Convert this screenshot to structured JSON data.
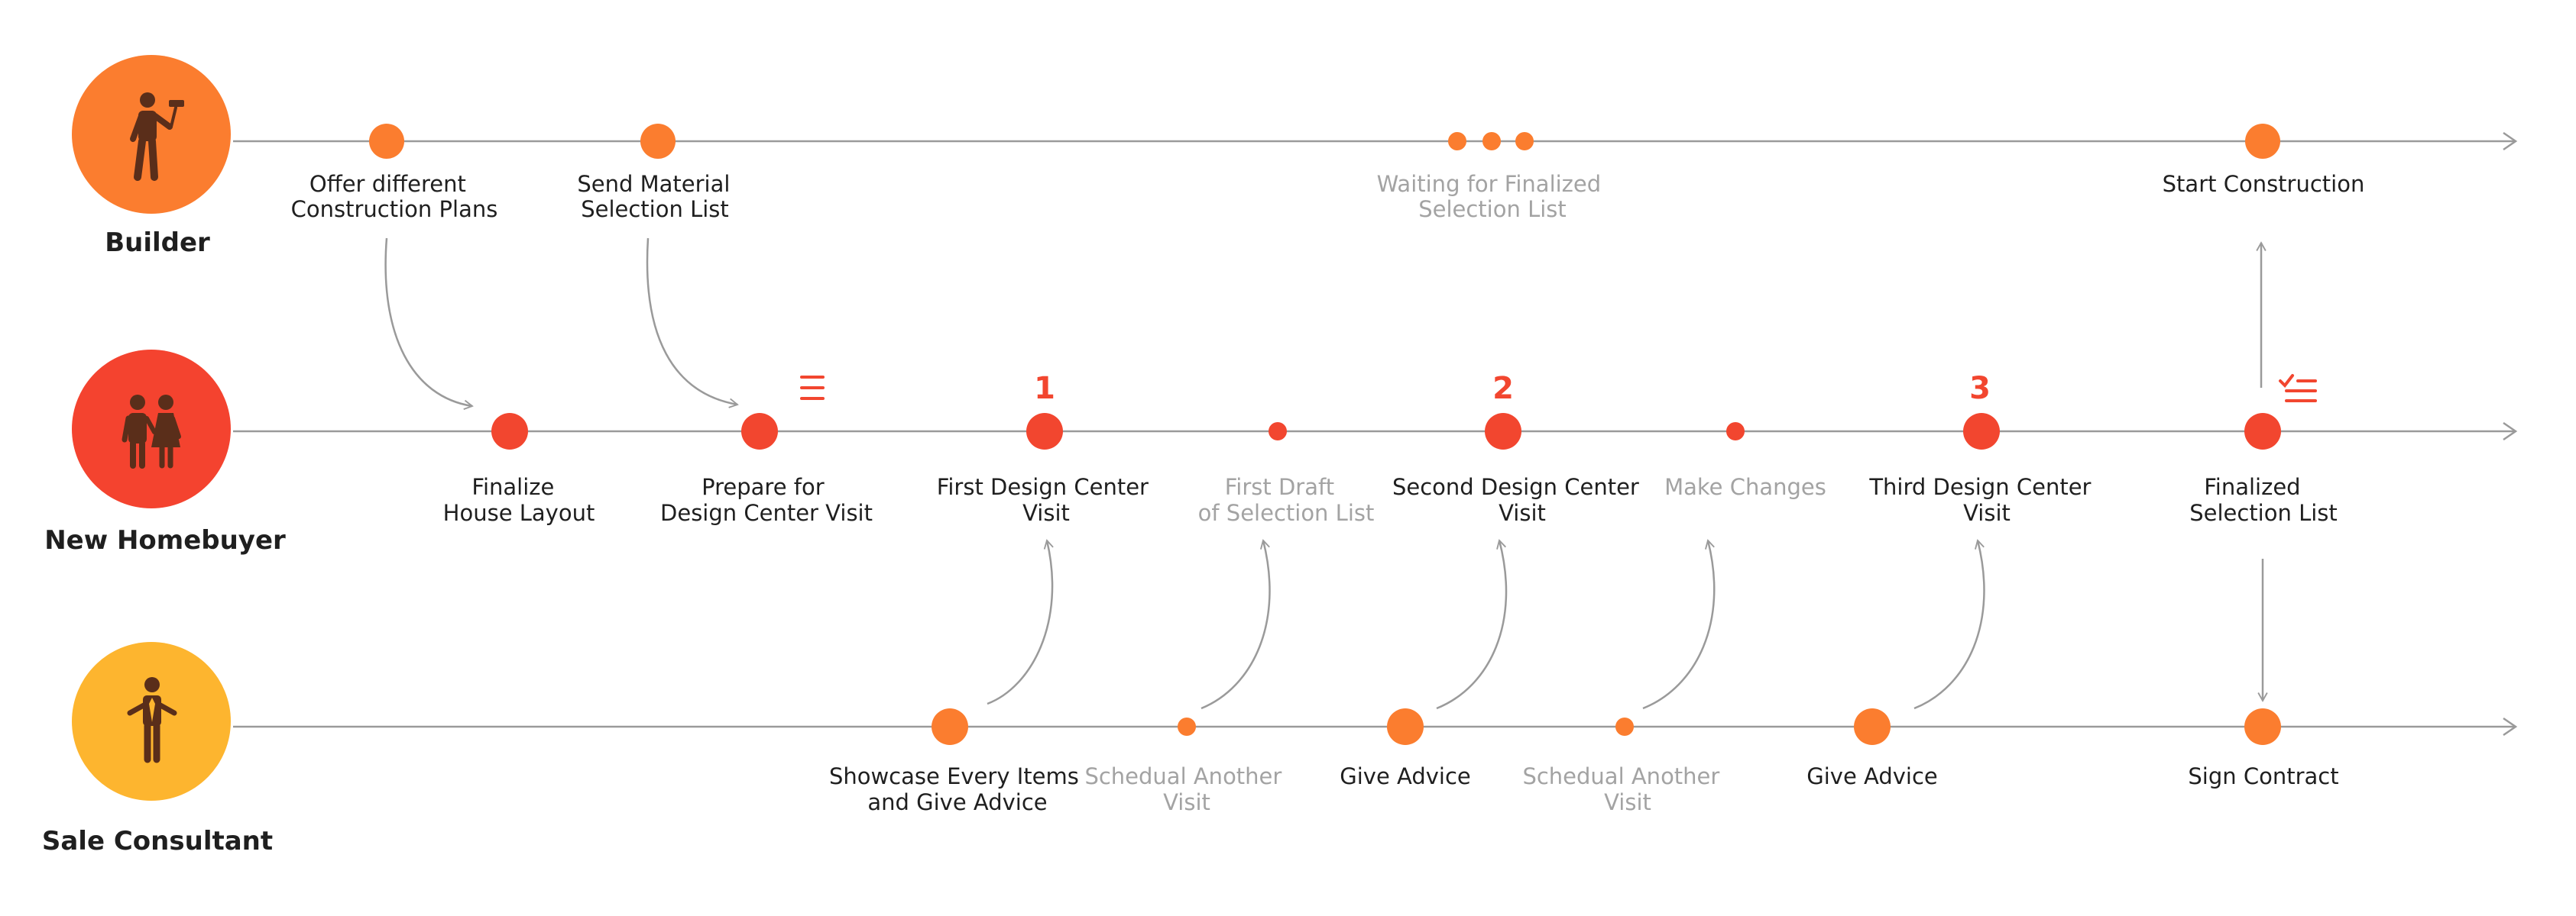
{
  "colors": {
    "line": "#9a9a9a",
    "orange": "#fb7d2f",
    "red": "#f2462f",
    "builder_circle": "#fb7d2f",
    "homebuyer_circle": "#f4432f",
    "consultant_circle": "#fdb52f",
    "icon_fill": "#5a2e1a",
    "text": "#1f1f1f",
    "muted": "#a3a3a3"
  },
  "roles": {
    "builder": {
      "label": "Builder",
      "icon": "worker-with-hammer-icon"
    },
    "homebuyer": {
      "label": "New Homebuyer",
      "icon": "couple-icon"
    },
    "consultant": {
      "label": "Sale Consultant",
      "icon": "consultant-icon"
    }
  },
  "builder_steps": [
    {
      "lines": [
        "Offer different",
        "Construction Plans"
      ],
      "muted": false
    },
    {
      "lines": [
        "Send Material",
        "Selection List"
      ],
      "muted": false
    },
    {
      "lines": [
        "Waiting for Finalized",
        "Selection List"
      ],
      "muted": true
    },
    {
      "lines": [
        "Start Construction"
      ],
      "muted": false
    }
  ],
  "homebuyer_steps": [
    {
      "lines": [
        "Finalize",
        "House Layout"
      ],
      "muted": false
    },
    {
      "lines": [
        "Prepare for",
        "Design Center Visit"
      ],
      "muted": false,
      "icon": "list-icon"
    },
    {
      "lines": [
        "First Design Center",
        "Visit"
      ],
      "muted": false,
      "number": "1"
    },
    {
      "lines": [
        "First Draft",
        "of Selection List"
      ],
      "muted": true
    },
    {
      "lines": [
        "Second Design Center",
        "Visit"
      ],
      "muted": false,
      "number": "2"
    },
    {
      "lines": [
        "Make Changes"
      ],
      "muted": true
    },
    {
      "lines": [
        "Third Design Center",
        "Visit"
      ],
      "muted": false,
      "number": "3"
    },
    {
      "lines": [
        "Finalized",
        "Selection List"
      ],
      "muted": false,
      "icon": "checklist-icon"
    }
  ],
  "consultant_steps": [
    {
      "lines": [
        "Showcase Every Items",
        "and Give Advice"
      ],
      "muted": false
    },
    {
      "lines": [
        "Schedual Another",
        "Visit"
      ],
      "muted": true
    },
    {
      "lines": [
        "Give Advice"
      ],
      "muted": false
    },
    {
      "lines": [
        "Schedual Another",
        "Visit"
      ],
      "muted": true
    },
    {
      "lines": [
        "Give Advice"
      ],
      "muted": false
    },
    {
      "lines": [
        "Sign Contract"
      ],
      "muted": false
    }
  ]
}
